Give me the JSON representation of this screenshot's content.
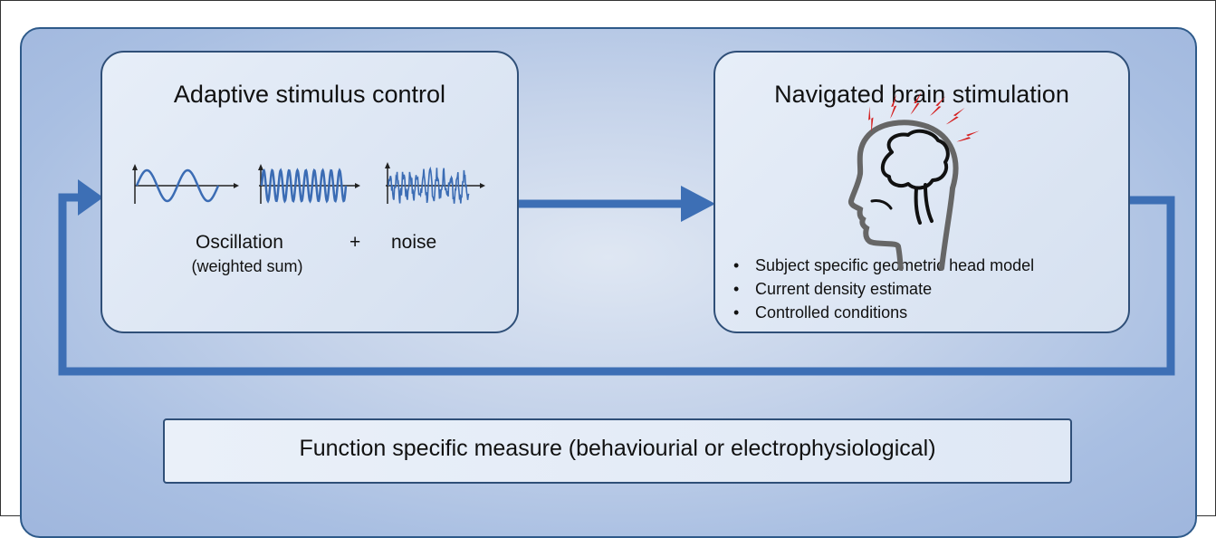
{
  "left_box": {
    "title": "Adaptive stimulus control",
    "oscillation_label": "Oscillation",
    "plus_label": "+",
    "noise_label": "noise",
    "weighted_label": "(weighted sum)"
  },
  "right_box": {
    "title": "Navigated brain stimulation",
    "bullets": [
      "Subject specific geometric head model",
      "Current density estimate",
      "Controlled conditions"
    ]
  },
  "measure_box": {
    "text": "Function specific measure (behaviourial or electrophysiological)"
  },
  "colors": {
    "arrow": "#3d6fb5",
    "box_border": "#2f4f78",
    "wave": "#3b6cb4",
    "lightning": "#d42020"
  },
  "icons": [
    "sine-wave-icon",
    "fast-oscillation-icon",
    "noise-signal-icon",
    "head-brain-icon",
    "lightning-bolt-icon"
  ]
}
